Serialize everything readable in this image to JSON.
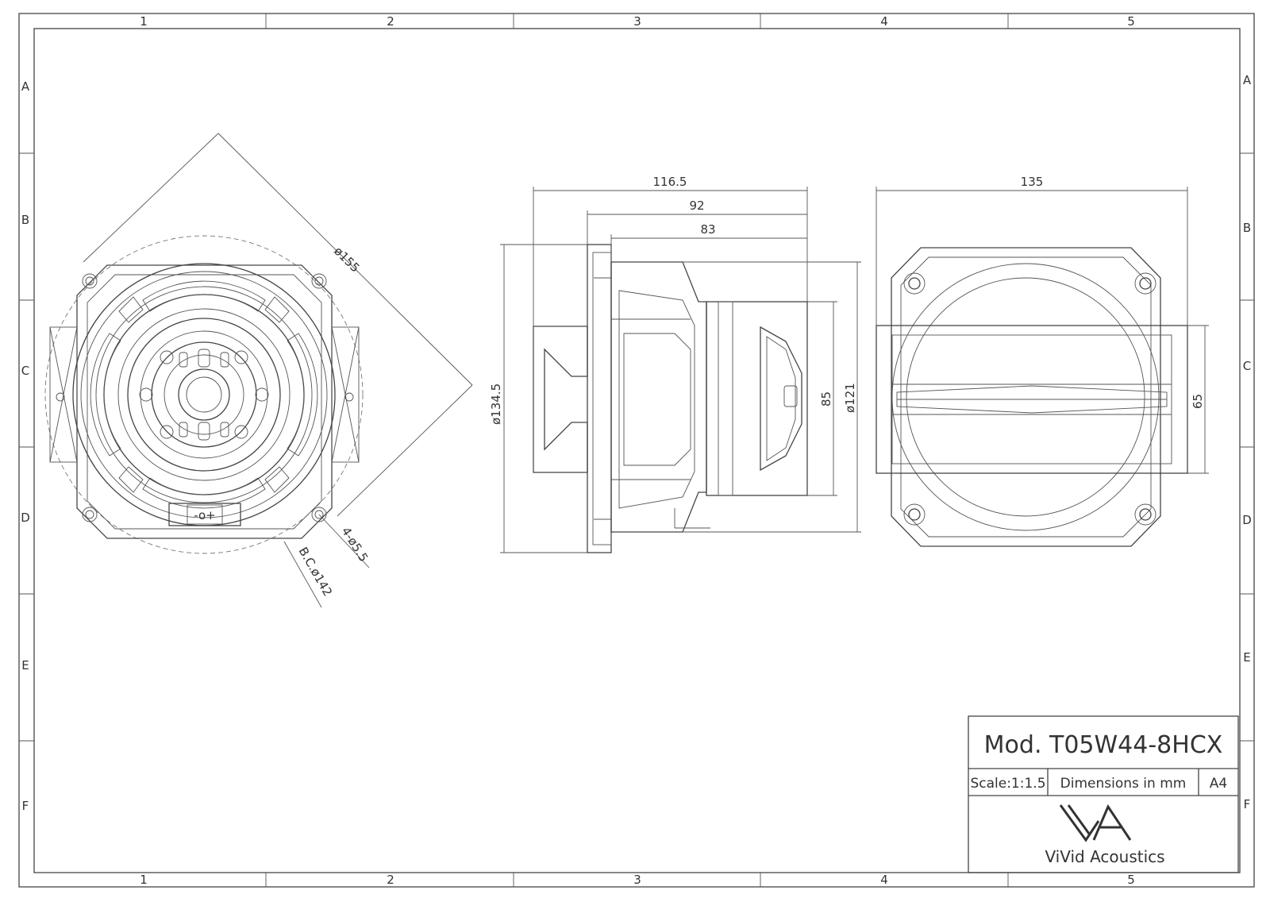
{
  "border": {
    "columns": [
      "1",
      "2",
      "3",
      "4",
      "5"
    ],
    "rows": [
      "A",
      "B",
      "C",
      "D",
      "E",
      "F"
    ]
  },
  "front_view": {
    "dims": {
      "outer_diameter": "ø155",
      "mount_holes": "4-ø5.5",
      "bolt_circle": "B.C.ø142"
    },
    "terminal_label": "-o+"
  },
  "side_view": {
    "dims": {
      "overall_depth": "116.5",
      "depth_2": "92",
      "depth_3": "83",
      "flange_diameter": "ø134.5",
      "magnet_height": "85",
      "basket_diameter": "ø121"
    }
  },
  "rear_view": {
    "dims": {
      "width": "135",
      "height": "65"
    }
  },
  "title_block": {
    "model": "Mod.  T05W44-8HCX",
    "scale": "Scale:1:1.5",
    "units": "Dimensions in mm",
    "sheet": "A4",
    "company": "ViVid Acoustics"
  }
}
